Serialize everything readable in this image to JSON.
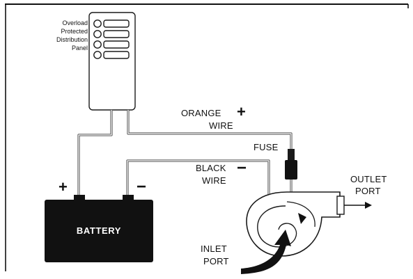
{
  "panel": {
    "label_lines": [
      "Overload",
      "Protected",
      "Distribution",
      "Panel"
    ]
  },
  "labels": {
    "orange_wire_line1": "ORANGE",
    "orange_wire_line2": "WIRE",
    "orange_sign": "+",
    "black_wire_line1": "BLACK",
    "black_wire_line2": "WIRE",
    "black_sign": "−",
    "fuse": "FUSE",
    "outlet_line1": "OUTLET",
    "outlet_line2": "PORT",
    "inlet_line1": "INLET",
    "inlet_line2": "PORT",
    "battery": "BATTERY",
    "battery_plus": "+",
    "battery_minus": "−"
  }
}
